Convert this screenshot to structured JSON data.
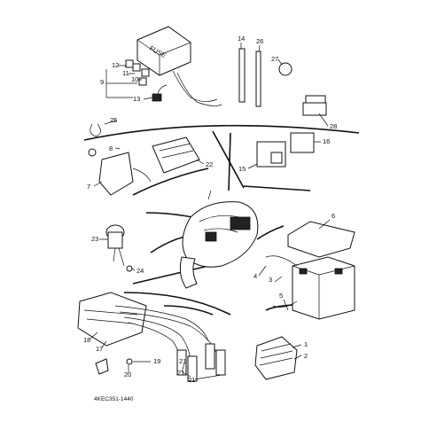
{
  "diagram": {
    "drawing_code": "4KEC351-1440",
    "fuse_box_text": "FUSE",
    "callouts": [
      "1",
      "2",
      "3",
      "4",
      "5",
      "6",
      "7",
      "8",
      "9",
      "10",
      "11",
      "12",
      "13",
      "14",
      "15",
      "16",
      "17",
      "18",
      "19",
      "20",
      "21",
      "21",
      "21",
      "22",
      "23",
      "24",
      "25",
      "26",
      "27",
      "28"
    ]
  }
}
